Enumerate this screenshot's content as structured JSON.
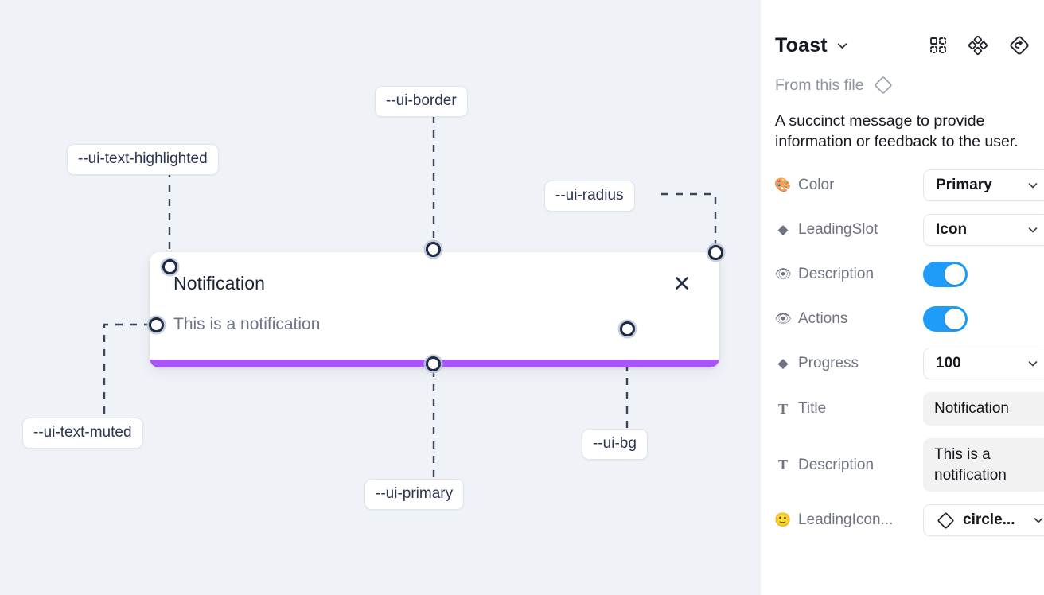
{
  "canvas": {
    "toast": {
      "title": "Notification",
      "description": "This is a notification",
      "close_icon": "close-icon",
      "progress_color": "#a855f7",
      "background": "#ffffff"
    },
    "background": "#eff2f7",
    "token_labels": [
      {
        "id": "ui-text-highlighted",
        "text": "--ui-text-highlighted"
      },
      {
        "id": "ui-border",
        "text": "--ui-border"
      },
      {
        "id": "ui-radius",
        "text": "--ui-radius"
      },
      {
        "id": "ui-text-muted",
        "text": "--ui-text-muted"
      },
      {
        "id": "ui-primary",
        "text": "--ui-primary"
      },
      {
        "id": "ui-bg",
        "text": "--ui-bg"
      }
    ]
  },
  "panel": {
    "title": "Toast",
    "title_caret_icon": "chevron-down-icon",
    "header_icons": [
      {
        "name": "component-grid-icon"
      },
      {
        "name": "variants-cluster-icon"
      },
      {
        "name": "reset-instance-icon"
      }
    ],
    "source": {
      "label": "From this file",
      "icon": "diamond-icon"
    },
    "description": "A succinct message to provide information or feedback to the user.",
    "properties": [
      {
        "id": "color",
        "icon": "palette-emoji",
        "glyph": "🎨",
        "label": "Color",
        "control": "select",
        "value": "Primary"
      },
      {
        "id": "leading-slot",
        "icon": "diamond-filled-emoji",
        "glyph": "◆",
        "label": "LeadingSlot",
        "control": "select",
        "value": "Icon"
      },
      {
        "id": "description",
        "icon": "eye-emoji",
        "glyph": "👁",
        "label": "Description",
        "control": "toggle",
        "value": "on"
      },
      {
        "id": "actions",
        "icon": "eye-emoji",
        "glyph": "👁",
        "label": "Actions",
        "control": "toggle",
        "value": "on"
      },
      {
        "id": "progress",
        "icon": "diamond-filled-emoji",
        "glyph": "◆",
        "label": "Progress",
        "control": "select",
        "value": "100"
      },
      {
        "id": "title",
        "icon": "text-type-icon",
        "glyph": "T",
        "label": "Title",
        "control": "textfield",
        "value": "Notification"
      },
      {
        "id": "description-text",
        "icon": "text-type-icon",
        "glyph": "T",
        "label": "Description",
        "control": "textfield",
        "value": "This is a notification"
      },
      {
        "id": "leading-icon",
        "icon": "smiley-emoji",
        "glyph": "🙂",
        "label": "LeadingIcon...",
        "control": "select-icon",
        "value": "circle..."
      }
    ],
    "toggle_on_color": "#1f9cfa"
  }
}
